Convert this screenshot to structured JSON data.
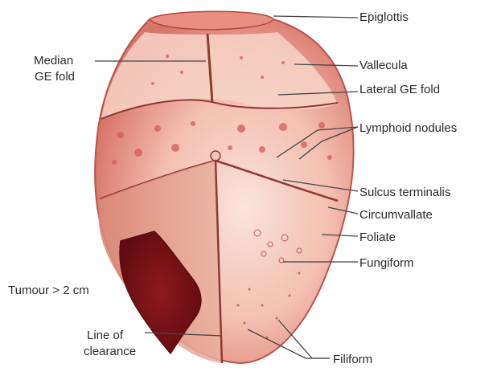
{
  "labels": {
    "epiglottis": "Epiglottis",
    "median_ge_fold_1": "Median",
    "median_ge_fold_2": "GE fold",
    "vallecula": "Vallecula",
    "lateral_ge_fold": "Lateral GE fold",
    "lymphoid_nodules": "Lymphoid nodules",
    "sulcus_terminalis": "Sulcus terminalis",
    "circumvallate": "Circumvallate",
    "foliate": "Foliate",
    "fungiform": "Fungiform",
    "tumour": "Tumour > 2 cm",
    "line_of_clearance_1": "Line of",
    "line_of_clearance_2": "clearance",
    "filiform": "Filiform"
  },
  "colors": {
    "tongue_base": "#f1b3a6",
    "tongue_light": "#f6cdc0",
    "tongue_edge": "#c25a50",
    "outline": "#9c3b35",
    "resected_zone": "#e7a28f",
    "tumour": "#7a0e14",
    "epiglottis": "#e88f80",
    "leader": "#444444"
  }
}
